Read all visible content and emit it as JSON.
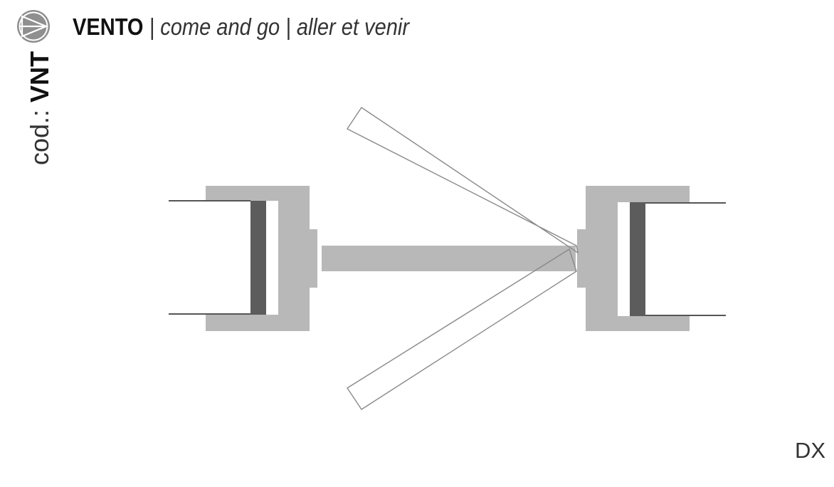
{
  "header": {
    "name": "VENTO",
    "separator_1": " | ",
    "tagline_en": "come and go",
    "separator_2": " | ",
    "tagline_fr": "aller et venir"
  },
  "code": {
    "prefix": "cod.: ",
    "value": "VNT"
  },
  "side_label": "DX",
  "icons": {
    "logo": "circle-chevron-logo"
  },
  "colors": {
    "frame": "#b9b8b8",
    "seal": "#5c5c5c",
    "outline": "#8a8a8a",
    "line": "#555555"
  }
}
